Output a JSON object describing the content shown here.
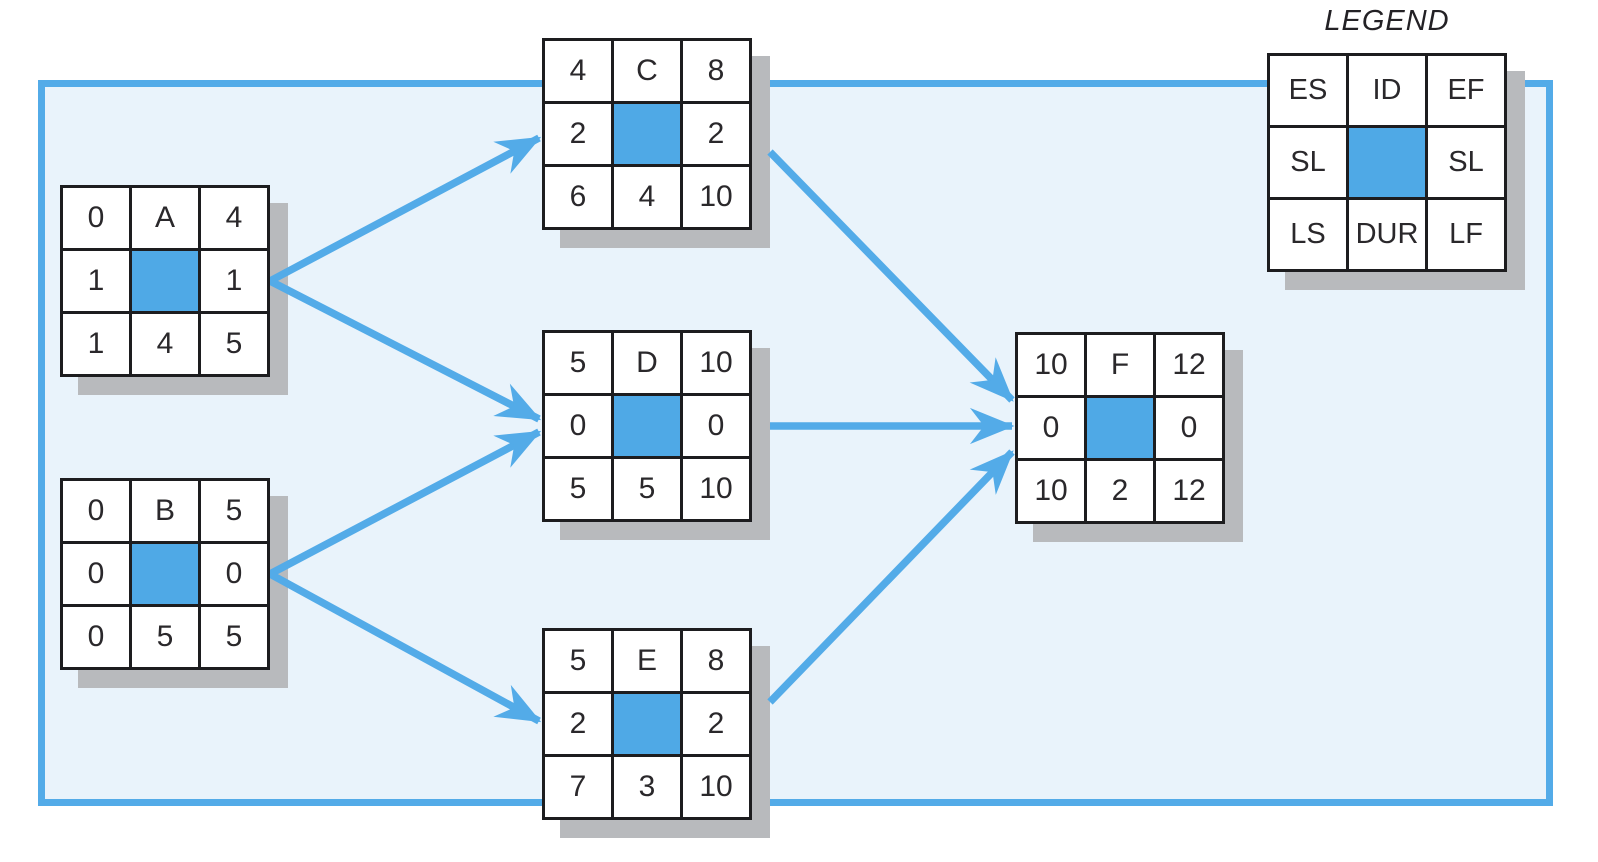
{
  "legend": {
    "title": "LEGEND",
    "node": {
      "es": "ES",
      "id": "ID",
      "ef": "EF",
      "sl_left": "SL",
      "sl_right": "SL",
      "ls": "LS",
      "dur": "DUR",
      "lf": "LF"
    }
  },
  "nodes": [
    {
      "id": "A",
      "es": "0",
      "ef": "4",
      "sl_left": "1",
      "sl_right": "1",
      "ls": "1",
      "dur": "4",
      "lf": "5"
    },
    {
      "id": "B",
      "es": "0",
      "ef": "5",
      "sl_left": "0",
      "sl_right": "0",
      "ls": "0",
      "dur": "5",
      "lf": "5"
    },
    {
      "id": "C",
      "es": "4",
      "ef": "8",
      "sl_left": "2",
      "sl_right": "2",
      "ls": "6",
      "dur": "4",
      "lf": "10"
    },
    {
      "id": "D",
      "es": "5",
      "ef": "10",
      "sl_left": "0",
      "sl_right": "0",
      "ls": "5",
      "dur": "5",
      "lf": "10"
    },
    {
      "id": "E",
      "es": "5",
      "ef": "8",
      "sl_left": "2",
      "sl_right": "2",
      "ls": "7",
      "dur": "3",
      "lf": "10"
    },
    {
      "id": "F",
      "es": "10",
      "ef": "12",
      "sl_left": "0",
      "sl_right": "0",
      "ls": "10",
      "dur": "2",
      "lf": "12"
    }
  ],
  "edges": [
    {
      "from": "A",
      "to": "C"
    },
    {
      "from": "A",
      "to": "D"
    },
    {
      "from": "B",
      "to": "D"
    },
    {
      "from": "B",
      "to": "E"
    },
    {
      "from": "C",
      "to": "F"
    },
    {
      "from": "D",
      "to": "F"
    },
    {
      "from": "E",
      "to": "F"
    }
  ],
  "colors": {
    "accent": "#53abe8",
    "activity_fill": "#4fa9e6",
    "canvas_fill": "#e9f3fb",
    "shadow": "#b8babd",
    "grid_line": "#1d1d1f",
    "text": "#2a282b"
  }
}
